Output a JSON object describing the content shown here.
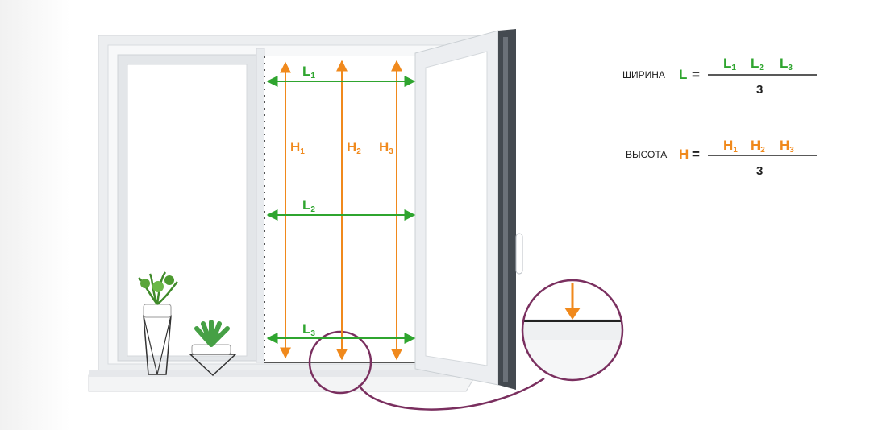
{
  "colors": {
    "green": "#2fa52f",
    "orange": "#f0891c",
    "purple": "#7a2f5f",
    "frame": "#e9ecef",
    "dark": "#222222"
  },
  "labels": {
    "L1": {
      "main": "L",
      "sub": "1"
    },
    "L2": {
      "main": "L",
      "sub": "2"
    },
    "L3": {
      "main": "L",
      "sub": "3"
    },
    "H1": {
      "main": "H",
      "sub": "1"
    },
    "H2": {
      "main": "H",
      "sub": "2"
    },
    "H3": {
      "main": "H",
      "sub": "3"
    }
  },
  "formulas": {
    "width": {
      "word": "ШИРИНА",
      "symbol": "L",
      "equals": "=",
      "numerator": [
        {
          "main": "L",
          "sub": "1"
        },
        {
          "main": "L",
          "sub": "2"
        },
        {
          "main": "L",
          "sub": "3"
        }
      ],
      "denominator": "3"
    },
    "height": {
      "word": "ВЫСОТА",
      "symbol": "H",
      "equals": "=",
      "numerator": [
        {
          "main": "H",
          "sub": "1"
        },
        {
          "main": "H",
          "sub": "2"
        },
        {
          "main": "H",
          "sub": "3"
        }
      ],
      "denominator": "3"
    }
  },
  "icons": {
    "plant_1": "potted-plant-icon",
    "plant_2": "succulent-icon",
    "magnifier": "zoom-circle-icon"
  }
}
